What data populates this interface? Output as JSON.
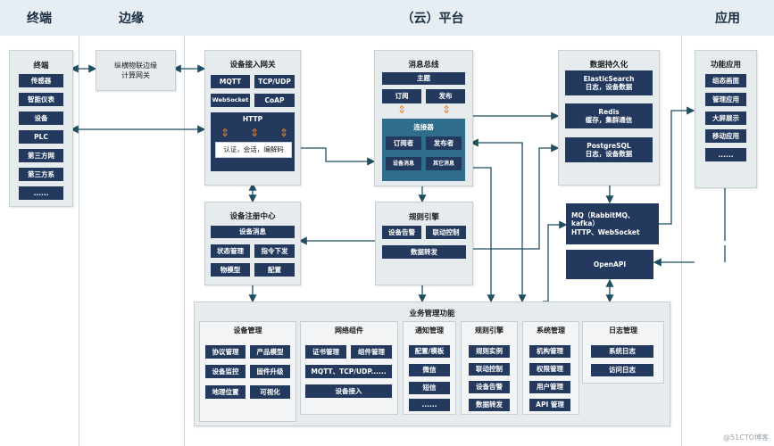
{
  "headers": {
    "terminal": "终端",
    "edge": "边缘",
    "platform": "（云）平台",
    "application": "应用"
  },
  "terminal_panel": {
    "title": "终端",
    "items": [
      "传感器",
      "智能仪表",
      "设备",
      "PLC",
      "第三方网",
      "第三方系",
      "......"
    ]
  },
  "edge_box": {
    "text": "纵横物联边缘\n计算网关"
  },
  "gateway": {
    "title": "设备接入网关",
    "mqtt": "MQTT",
    "tcpudp": "TCP/UDP",
    "websocket": "WebSocket",
    "coap": "CoAP",
    "http": "HTTP",
    "auth": "认证，会话，编解码"
  },
  "registry": {
    "title": "设备注册中心",
    "device_msg": "设备消息",
    "status": "状态管理",
    "command": "指令下发",
    "model": "物模型",
    "config": "配置"
  },
  "bus": {
    "title": "消息总线",
    "topic": "主题",
    "subscribe": "订阅",
    "publish": "发布",
    "connector": "连接器",
    "subscriber": "订阅者",
    "publisher": "发布者",
    "device_msg": "设备消息",
    "other_msg": "其它消息"
  },
  "rules": {
    "title": "规则引擎",
    "alarm": "设备告警",
    "linkage": "联动控制",
    "forward": "数据转发"
  },
  "persist": {
    "title": "数据持久化",
    "es": "ElasticSearch\n日志，设备数据",
    "redis": "Redis\n缓存，集群通信",
    "pg": "PostgreSQL\n日志，设备数据"
  },
  "mq_box": {
    "text": "MQ（RabbitMQ、\nkafka）\nHTTP、WebSocket"
  },
  "openapi": {
    "text": "OpenAPI"
  },
  "apps": {
    "title": "功能应用",
    "items": [
      "组态画面",
      "管理应用",
      "大屏展示",
      "移动应用",
      "......"
    ]
  },
  "business": {
    "title": "业务管理功能",
    "device_mgmt": {
      "title": "设备管理",
      "items": [
        "协议管理",
        "产品模型",
        "设备监控",
        "固件升级",
        "地理位置",
        "可视化"
      ]
    },
    "network": {
      "title": "网络组件",
      "cert": "证书管理",
      "component": "组件管理",
      "protocols": "MQTT、TCP/UDP......",
      "access": "设备接入"
    },
    "notify": {
      "title": "通知管理",
      "items": [
        "配置/模板",
        "微信",
        "短信",
        "......"
      ]
    },
    "rules": {
      "title": "规则引擎",
      "items": [
        "规则实例",
        "联动控制",
        "设备告警",
        "数据转发"
      ]
    },
    "system": {
      "title": "系统管理",
      "items": [
        "机构管理",
        "权限管理",
        "用户管理",
        "API 管理"
      ]
    },
    "log": {
      "title": "日志管理",
      "items": [
        "系统日志",
        "访问日志"
      ]
    }
  },
  "watermark": "@51CTO博客"
}
